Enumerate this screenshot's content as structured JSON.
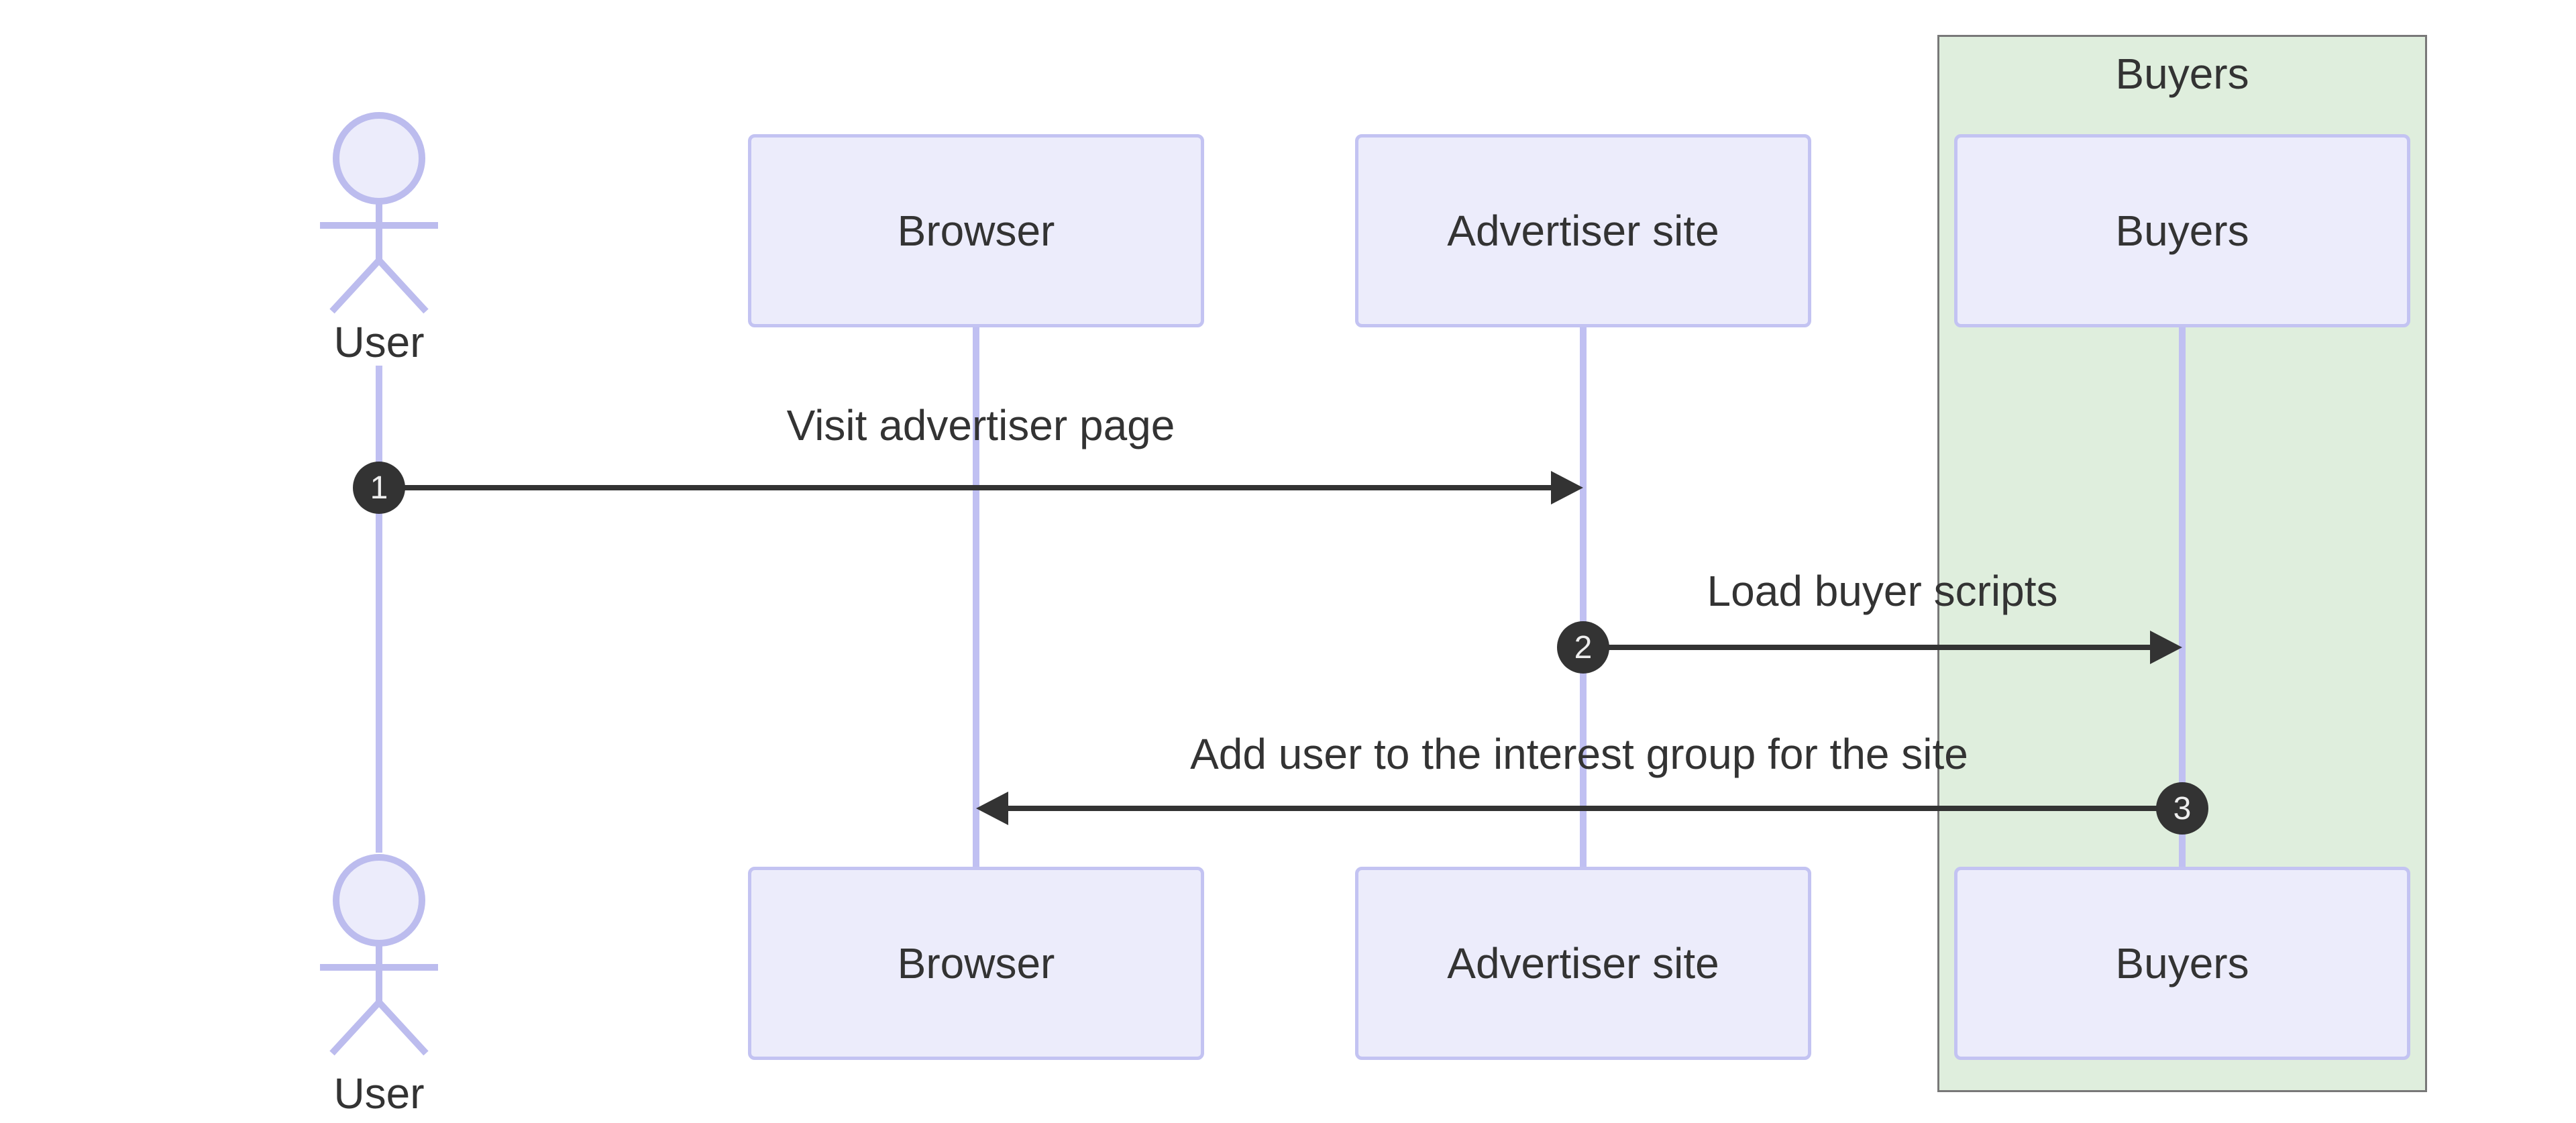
{
  "actors": {
    "user": "User",
    "browser": "Browser",
    "advertiser_site": "Advertiser site",
    "buyers": "Buyers"
  },
  "group": {
    "label": "Buyers"
  },
  "messages": [
    {
      "seq": "1",
      "label": "Visit advertiser page"
    },
    {
      "seq": "2",
      "label": "Load buyer scripts"
    },
    {
      "seq": "3",
      "label": "Add user to the interest group for the site"
    }
  ],
  "colors": {
    "participant_fill": "#ececfb",
    "participant_border": "#c3c3f2",
    "lifeline": "#c0c0f2",
    "group_fill": "#dfeedd",
    "group_border": "#787878",
    "arrow": "#333333",
    "badge_fill": "#333333",
    "badge_text": "#eeeeee",
    "text": "#333333"
  }
}
